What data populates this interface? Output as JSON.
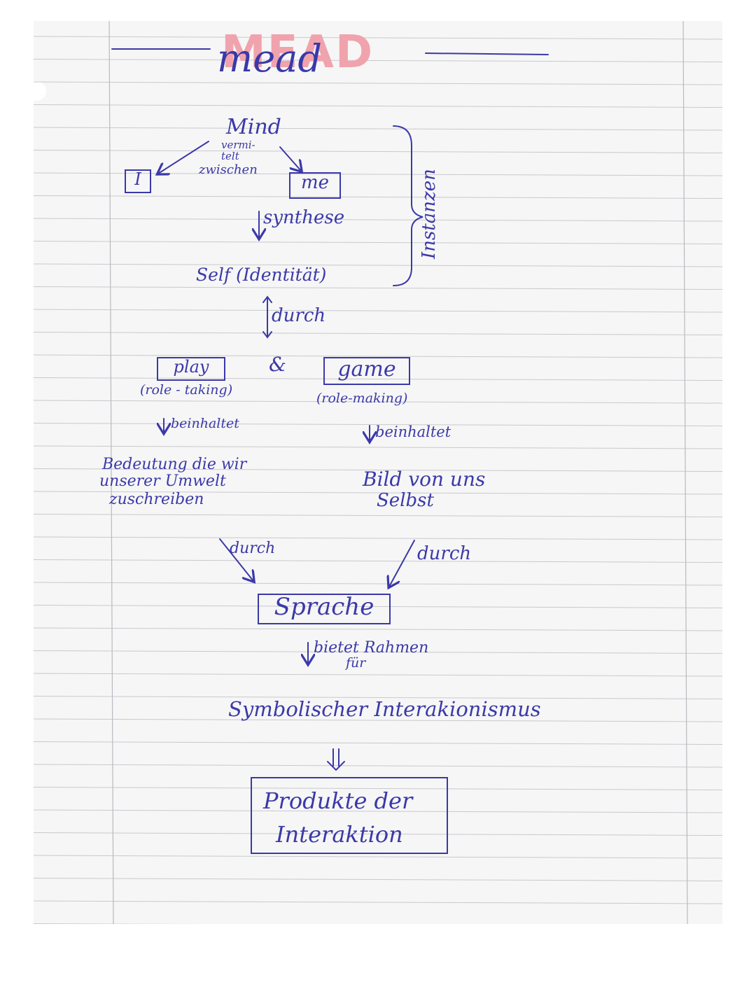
{
  "header": {
    "title_highlight": "MEAD",
    "title": "mead"
  },
  "diagram": {
    "mind": "Mind",
    "mind_note_1": "vermi-",
    "mind_note_2": "telt",
    "mind_note_3": "zwischen",
    "i_box": "I",
    "me_box": "me",
    "synthese": "synthese",
    "self": "Self (Identität)",
    "instanzen": "Instanzen",
    "durch_1": "durch",
    "play": "play",
    "ampersand": "&",
    "game": "game",
    "play_note": "(role - taking)",
    "game_note": "(role-making)",
    "beinhaltet_left": "beinhaltet",
    "beinhaltet_right": "beinhaltet",
    "bedeutung_1": "Bedeutung die wir",
    "bedeutung_2": "unserer Umwelt",
    "bedeutung_3": "zuschreiben",
    "bild_1": "Bild von uns",
    "bild_2": "Selbst",
    "durch_left": "durch",
    "durch_right": "durch",
    "sprache": "Sprache",
    "bietet_1": "bietet Rahmen",
    "bietet_2": "für",
    "symbolischer": "Symbolischer Interakionismus",
    "produkte_1": "Produkte der",
    "produkte_2": "Interaktion"
  },
  "colors": {
    "ink": "#3b39a8",
    "highlight": "#f0a3ad",
    "paper": "#f6f6f6",
    "rule": "#c9c9cf"
  }
}
